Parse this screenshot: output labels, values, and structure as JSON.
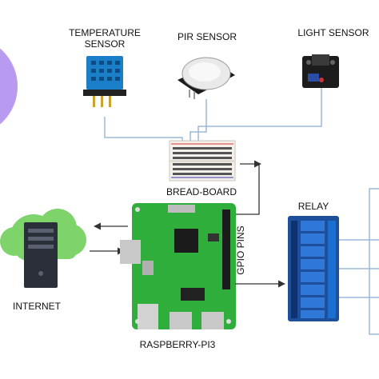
{
  "labels": {
    "temp_sensor_line1": "TEMPERATURE",
    "temp_sensor_line2": "SENSOR",
    "pir_sensor": "PIR SENSOR",
    "light_sensor": "LIGHT SENSOR",
    "breadboard": "BREAD-BOARD",
    "relay": "RELAY",
    "gpio_pins": "GPIO PINS",
    "internet": "INTERNET",
    "raspberry_pi": "RASPBERRY-PI3"
  },
  "colors": {
    "connector_line": "#9bb8d6",
    "arrow": "#333333",
    "cloud": "#7ed36a",
    "pi_board": "#2fae3b",
    "relay_board": "#2563b8",
    "purple_shape": "#b89af0"
  }
}
